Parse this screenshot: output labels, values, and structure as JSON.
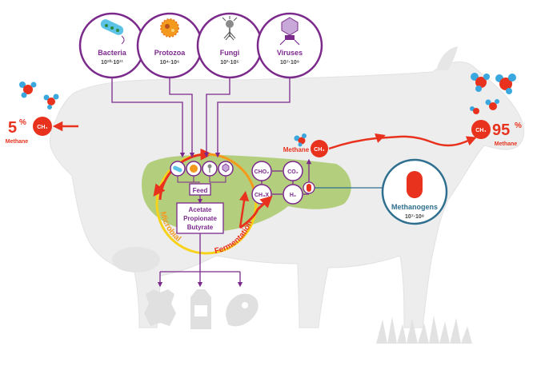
{
  "microbes": [
    {
      "name": "Bacteria",
      "count": "10¹⁰·10¹¹",
      "icon": "bacteria-icon"
    },
    {
      "name": "Protozoa",
      "count": "10⁴·10⁶",
      "icon": "protozoa-icon"
    },
    {
      "name": "Fungi",
      "count": "10³·10⁵",
      "icon": "fungi-icon"
    },
    {
      "name": "Viruses",
      "count": "10⁷·10⁹",
      "icon": "virus-icon"
    }
  ],
  "left_emission": {
    "percent": "5",
    "percent_sign": "%",
    "label": "Methane",
    "formula": "CH₄"
  },
  "right_emission": {
    "percent": "95",
    "percent_sign": "%",
    "label": "Methane",
    "formula": "CH₄"
  },
  "middle_emission": {
    "label": "Methane",
    "formula": "CH₄"
  },
  "rumen": {
    "feed": "Feed",
    "products": [
      "Acetate",
      "Propionate",
      "Butyrate"
    ],
    "arc_left": "Microbial",
    "arc_right": "Fermentation",
    "molecules": [
      "CHO₂",
      "CO₂",
      "CH₃X",
      "H₂"
    ]
  },
  "methanogens": {
    "name": "Methanogens",
    "count": "10⁷·10⁸"
  },
  "products_icons": [
    "hide-icon",
    "milk-carton-icon",
    "meat-icon"
  ],
  "colors": {
    "purple": "#7b2a8c",
    "red": "#e8321e",
    "orange": "#f39a1e",
    "yellow": "#f7d21a",
    "green": "#a8c96a",
    "teal": "#2f6f8f",
    "cow": "#ececec",
    "blue": "#3aa7df"
  }
}
